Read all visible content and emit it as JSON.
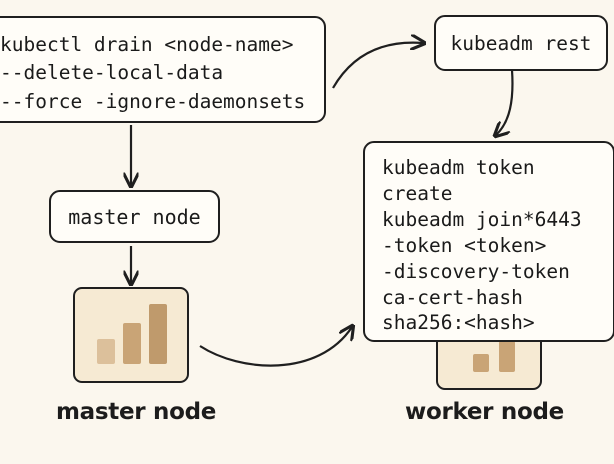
{
  "drain_command": {
    "lines": [
      "kubectl drain <node-name>",
      "--delete-local-data",
      "--force -ignore-daemonsets"
    ]
  },
  "master_label_box": {
    "text": "master node"
  },
  "reset_box": {
    "text": "kubeadm rest"
  },
  "join_command": {
    "lines": [
      "kubeadm token",
      "create",
      "kubeadm join*6443",
      "-token <token>",
      "-discovery-token",
      "ca-cert-hash",
      "sha256:<hash>"
    ]
  },
  "master_caption": "master node",
  "worker_caption": "worker node",
  "colors": {
    "background": "#fbf7ee",
    "stroke": "#1f1f1f",
    "tile_fill": "#f6ead3",
    "bar_light": "#dcc09b",
    "bar_medium": "#c9a476",
    "bar_dark": "#bf9a6c"
  },
  "icons": {
    "master_tile": "bar-chart-icon",
    "worker_tile": "bar-chart-icon"
  }
}
